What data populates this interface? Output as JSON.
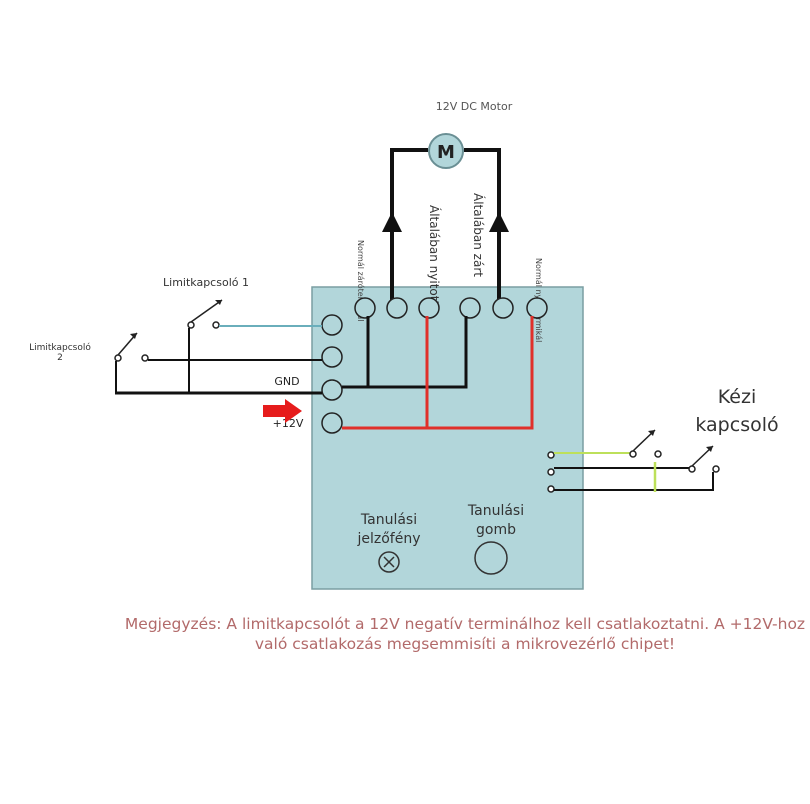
{
  "motor": {
    "label": "12V DC Motor",
    "symbol": "M"
  },
  "relay_labels": {
    "nc_left": "Normál zárótermikál",
    "no_left": "Általában nyitott",
    "nc_right": "Általában zárt",
    "no_right": "Normál nyitótermikál"
  },
  "limit_switches": {
    "one": "Limitkapcsoló 1",
    "two": "Limitkapcsoló 2"
  },
  "terminals": {
    "gnd": "GND",
    "plus12v": "+12V"
  },
  "manual_switch": {
    "line1": "Kézi",
    "line2": "kapcsoló"
  },
  "learning": {
    "indicator_line1": "Tanulási",
    "indicator_line2": "jelzőfény",
    "button_line1": "Tanulási",
    "button_line2": "gomb"
  },
  "note": "Megjegyzés: A limitkapcsolót a 12V negatív terminálhoz kell csatlakoztatni. A +12V-hoz való csatlakozás megsemmisíti a mikrovezérlő chipet!",
  "colors": {
    "board": "#b2d6da",
    "wire_black": "#111111",
    "wire_red": "#e0302a",
    "wire_blue": "#6aaebb",
    "wire_green": "#bde05a",
    "arrow_red": "#e61c1c",
    "note_text": "#b26a6a",
    "motor_fill": "#b2d6da"
  }
}
